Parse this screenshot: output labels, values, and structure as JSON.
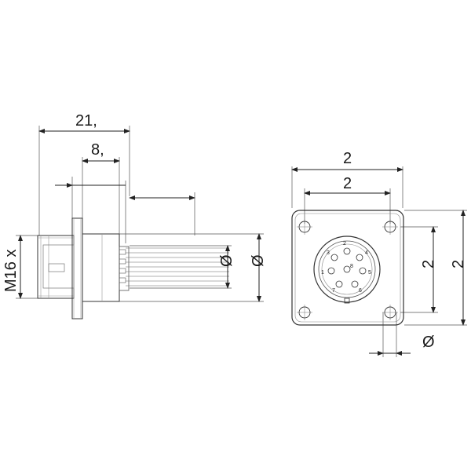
{
  "drawing": {
    "side_view": {
      "dim_overall_length": "21,",
      "dim_flange_offset": "8,",
      "dim_thread": "M16 x",
      "dim_diameter_inner": "Ø",
      "dim_diameter_outer": "Ø"
    },
    "front_view": {
      "dim_outer_width": "2",
      "dim_hole_spacing_horizontal": "2",
      "dim_hole_spacing_vertical": "2",
      "dim_outer_height": "2",
      "dim_hole_diameter": "Ø",
      "pin_numbers": [
        "1",
        "2",
        "3",
        "4",
        "5",
        "6",
        "7",
        "8"
      ]
    }
  }
}
